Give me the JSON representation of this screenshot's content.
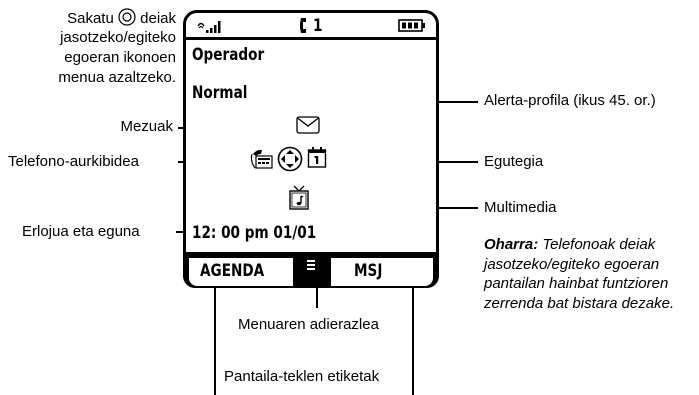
{
  "callouts": {
    "menu_hint_prefix": "Sakatu",
    "menu_hint_suffix": "deiak",
    "menu_hint_line2": "jasotzeko/egiteko",
    "menu_hint_line3": "egoeran ikonoen",
    "menu_hint_line4": "menua azaltzeko.",
    "mezuak": "Mezuak",
    "telefono": "Telefono-aurkibidea",
    "erlojua": "Erlojua eta eguna",
    "alerta": "Alerta-profila (ikus 45. or.)",
    "egutegia": "Egutegia",
    "multimedia": "Multimedia",
    "menuaren": "Menuaren adierazlea",
    "pantaila": "Pantaila-teklen etiketak"
  },
  "note": {
    "label": "Oharra:",
    "text": "Telefonoak deiak jasotzeko/egiteko egoeran pantailan hainbat funtzioren zerrenda bat bistara dezake."
  },
  "screen": {
    "line_indicator": "1",
    "operator": "Operador",
    "profile": "Normal",
    "clock": "12: 00 pm 01/01",
    "soft_left": "AGENDA",
    "soft_right": "MSJ"
  }
}
